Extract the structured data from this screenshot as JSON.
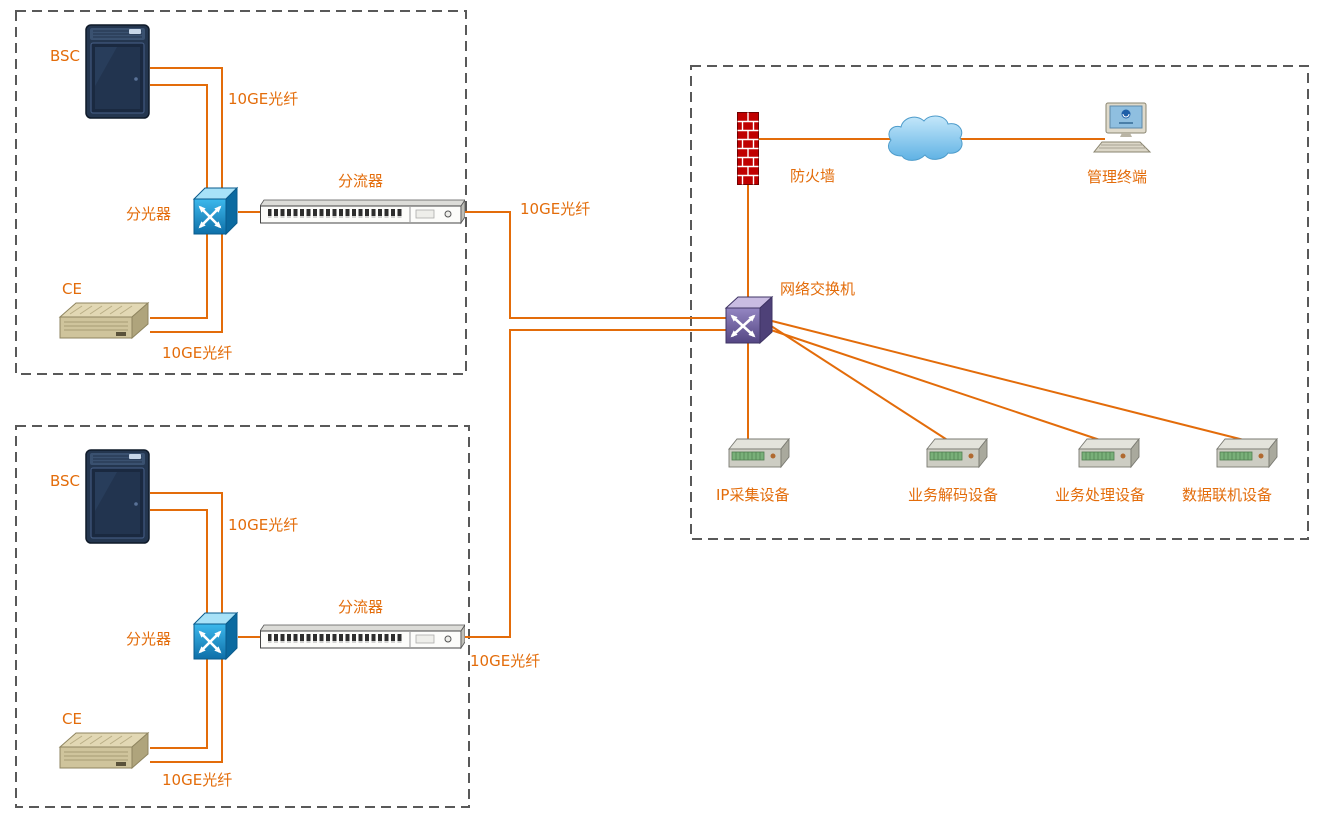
{
  "colors": {
    "wire": "#E36C0A",
    "label_text": "#E36C0A",
    "group_border": "#595959",
    "splitter_cube": "#1C9CD8",
    "switch_cube": "#6E5F9E",
    "firewall_red": "#C00000",
    "cloud_blue": "#8FD0F0"
  },
  "icons": {
    "bsc": "server-cabinet-icon",
    "splitter": "optical-splitter-cube-icon",
    "tap": "tap-chassis-icon",
    "ce": "edge-router-icon",
    "firewall": "brick-wall-icon",
    "cloud": "network-cloud-icon",
    "terminal": "desktop-computer-icon",
    "switch": "switch-cube-icon",
    "server": "rack-server-icon"
  },
  "sites": [
    {
      "name": "access-site-top",
      "bsc_label": "BSC",
      "ce_label": "CE",
      "splitter_label": "分光器",
      "tap_label": "分流器",
      "fiber_labels": [
        "10GE光纤",
        "10GE光纤",
        "10GE光纤"
      ]
    },
    {
      "name": "access-site-bottom",
      "bsc_label": "BSC",
      "ce_label": "CE",
      "splitter_label": "分光器",
      "tap_label": "分流器",
      "fiber_labels": [
        "10GE光纤",
        "10GE光纤",
        "10GE光纤"
      ]
    }
  ],
  "core": {
    "firewall_label": "防火墙",
    "terminal_label": "管理终端",
    "switch_label": "网络交换机",
    "devices": [
      {
        "label": "IP采集设备"
      },
      {
        "label": "业务解码设备"
      },
      {
        "label": "业务处理设备"
      },
      {
        "label": "数据联机设备"
      }
    ]
  }
}
